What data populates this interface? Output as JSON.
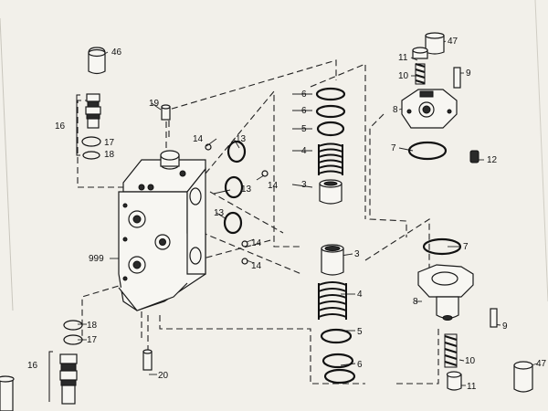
{
  "diagram": {
    "labels": {
      "l46": "46",
      "l47_top": "47",
      "l47_bottom": "47",
      "l16_top": "16",
      "l16_bottom": "16",
      "l17_top": "17",
      "l17_bottom": "17",
      "l18_top": "18",
      "l18_bottom": "18",
      "l19": "19",
      "l20": "20",
      "l999": "999",
      "l13_a": "13",
      "l13_b": "13",
      "l13_c": "13",
      "l14_a": "14",
      "l14_b": "14",
      "l14_c": "14",
      "l14_d": "14",
      "l6_a": "6",
      "l6_b": "6",
      "l5_top": "5",
      "l4_top": "4",
      "l3_top": "3",
      "l3_mid": "3",
      "l4_bottom": "4",
      "l5_bottom": "5",
      "l6_bottom": "6",
      "l11_top": "11",
      "l10_top": "10",
      "l9_top": "9",
      "l8_top": "8",
      "l7_top": "7",
      "l12": "12",
      "l7_bottom": "7",
      "l8_bottom": "8",
      "l9_bottom": "9",
      "l10_bottom": "10",
      "l11_bottom": "11"
    }
  }
}
